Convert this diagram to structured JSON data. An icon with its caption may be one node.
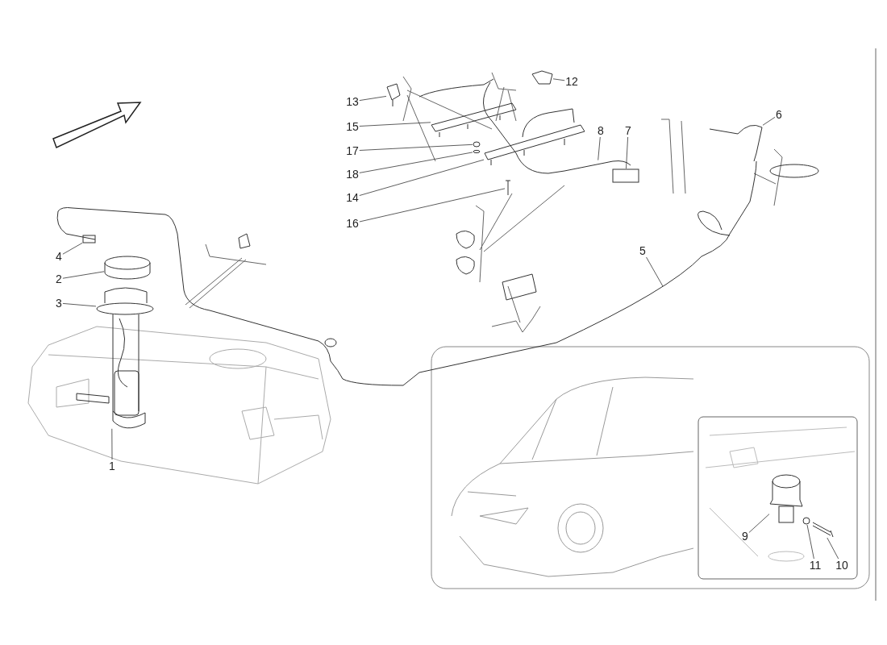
{
  "diagram": {
    "nodes": [
      {
        "text": [
          "13"
        ]
      },
      {
        "text": [
          "12"
        ]
      },
      {
        "text": [
          "6"
        ]
      },
      {
        "text": [
          "15"
        ]
      },
      {
        "text": [
          "8"
        ]
      },
      {
        "text": [
          "7"
        ]
      },
      {
        "text": [
          "17"
        ]
      },
      {
        "text": [
          "18"
        ]
      },
      {
        "text": [
          "14"
        ]
      },
      {
        "text": [
          "16"
        ]
      },
      {
        "text": [
          "4"
        ]
      },
      {
        "text": [
          "2"
        ]
      },
      {
        "text": [
          "5"
        ]
      },
      {
        "text": [
          "3"
        ]
      },
      {
        "text": [
          "1"
        ]
      },
      {
        "text": [
          "9"
        ]
      },
      {
        "text": [
          "11"
        ]
      },
      {
        "text": [
          "10"
        ]
      },
      {
        "text": [],
        "shape": "picture"
      },
      {
        "text": [],
        "shape": "picture"
      },
      {
        "text": [],
        "shape": "picture"
      },
      {
        "text": [],
        "shape": "picture"
      },
      {
        "text": [],
        "shape": "picture"
      },
      {
        "text": [],
        "shape": "box"
      },
      {
        "text": [],
        "shape": "circle"
      },
      {
        "text": [],
        "shape": "circle"
      },
      {
        "text": [],
        "shape": "picture"
      },
      {
        "text": [],
        "shape": "picture"
      },
      {
        "text": [],
        "shape": "box"
      },
      {
        "text": [],
        "shape": "cylinder"
      },
      {
        "text": [],
        "shape": "picture"
      },
      {
        "text": [],
        "shape": "circle"
      },
      {
        "text": [],
        "shape": "picture"
      },
      {
        "text": [],
        "shape": "picture"
      },
      {
        "text": [],
        "shape": "circle"
      },
      {
        "text": [],
        "shape": "picture"
      }
    ],
    "edges": [
      {
        "from": 0,
        "to": 18,
        "arrow": "none"
      },
      {
        "from": 1,
        "to": 19,
        "arrow": "none"
      },
      {
        "from": 2,
        "to": 20,
        "arrow": "none"
      },
      {
        "from": 3,
        "to": 21,
        "arrow": "none"
      },
      {
        "from": 4,
        "to": 22,
        "arrow": "none"
      },
      {
        "from": 5,
        "to": 23,
        "arrow": "none"
      },
      {
        "from": 6,
        "to": 24,
        "arrow": "none"
      },
      {
        "from": 7,
        "to": 25,
        "arrow": "none"
      },
      {
        "from": 8,
        "to": 26,
        "arrow": "none"
      },
      {
        "from": 9,
        "to": 27,
        "arrow": "none"
      },
      {
        "from": 10,
        "to": 28,
        "arrow": "none"
      },
      {
        "from": 11,
        "to": 29,
        "arrow": "none"
      },
      {
        "from": 12,
        "to": 30,
        "arrow": "none"
      },
      {
        "from": 13,
        "to": 31,
        "arrow": "none"
      },
      {
        "from": 14,
        "to": 32,
        "arrow": "none"
      },
      {
        "from": 15,
        "to": 33,
        "arrow": "none"
      },
      {
        "from": 16,
        "to": 34,
        "arrow": "none"
      },
      {
        "from": 17,
        "to": 35,
        "arrow": "none"
      }
    ]
  }
}
